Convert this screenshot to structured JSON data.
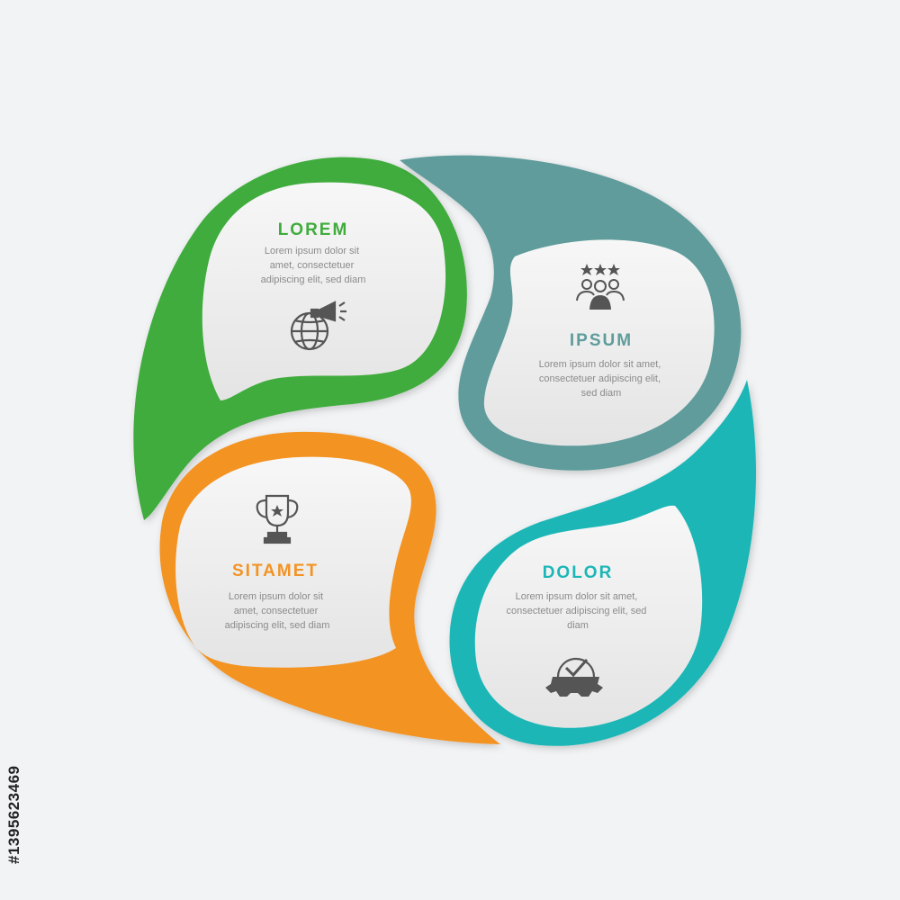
{
  "segments": [
    {
      "id": "lorem",
      "title": "LOREM",
      "color": "#3fac3c",
      "icon": "megaphone-globe-icon",
      "lines": [
        "Lorem ipsum dolor sit",
        "amet, consectetuer",
        "adipiscing elit, sed diam"
      ]
    },
    {
      "id": "ipsum",
      "title": "IPSUM",
      "color": "#5e9c9b",
      "icon": "team-rating-icon",
      "lines": [
        "Lorem ipsum dolor sit amet,",
        "consectetuer adipiscing elit,",
        "sed diam"
      ]
    },
    {
      "id": "sitamet",
      "title": "SITAMET",
      "color": "#f39323",
      "icon": "trophy-icon",
      "lines": [
        "Lorem ipsum dolor sit",
        "amet, consectetuer",
        "adipiscing elit, sed diam"
      ]
    },
    {
      "id": "dolor",
      "title": "DOLOR",
      "color": "#1cb6b6",
      "icon": "gear-check-icon",
      "lines": [
        "Lorem ipsum dolor sit amet,",
        "consectetuer adipiscing elit, sed",
        "diam"
      ]
    }
  ],
  "stock_id": "#139562346​9"
}
